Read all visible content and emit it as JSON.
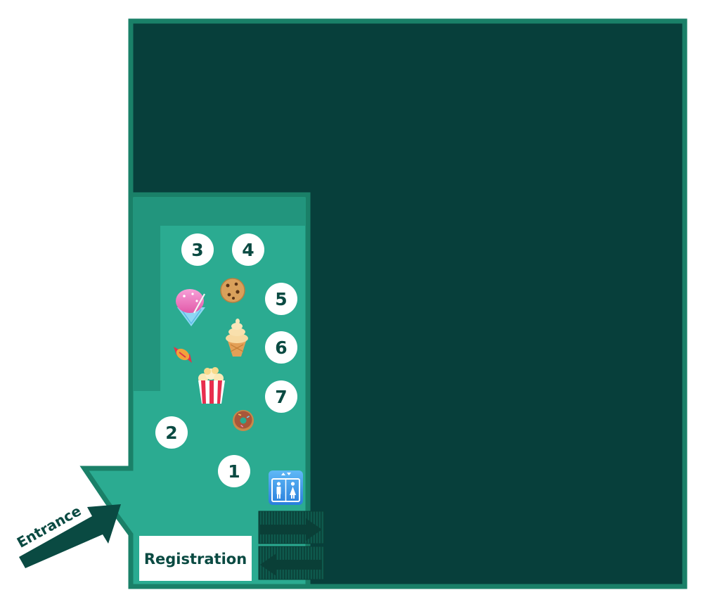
{
  "colors": {
    "outer_fill": "#073f3b",
    "frame": "#1a8068",
    "venue_fill": "#2bab91",
    "raised_fill": "#22957d",
    "marker_fill": "#ffffff",
    "marker_text": "#0a4a42",
    "arrow": "#0a4a42",
    "registration_bg": "#ffffff",
    "registration_text": "#0a4a42"
  },
  "labels": {
    "entrance": "Entrance",
    "registration": "Registration"
  },
  "markers": [
    "1",
    "2",
    "3",
    "4",
    "5",
    "6",
    "7"
  ],
  "amenities": [
    {
      "name": "shaved-ice",
      "icon": "shaved-ice-icon"
    },
    {
      "name": "cookie",
      "icon": "cookie-icon"
    },
    {
      "name": "soft-serve",
      "icon": "soft-serve-icon"
    },
    {
      "name": "candy",
      "icon": "candy-icon"
    },
    {
      "name": "popcorn",
      "icon": "popcorn-icon"
    },
    {
      "name": "donut",
      "icon": "donut-icon"
    },
    {
      "name": "restrooms",
      "icon": "restroom-icon"
    },
    {
      "name": "escalators",
      "icon": "escalator-icon"
    }
  ]
}
